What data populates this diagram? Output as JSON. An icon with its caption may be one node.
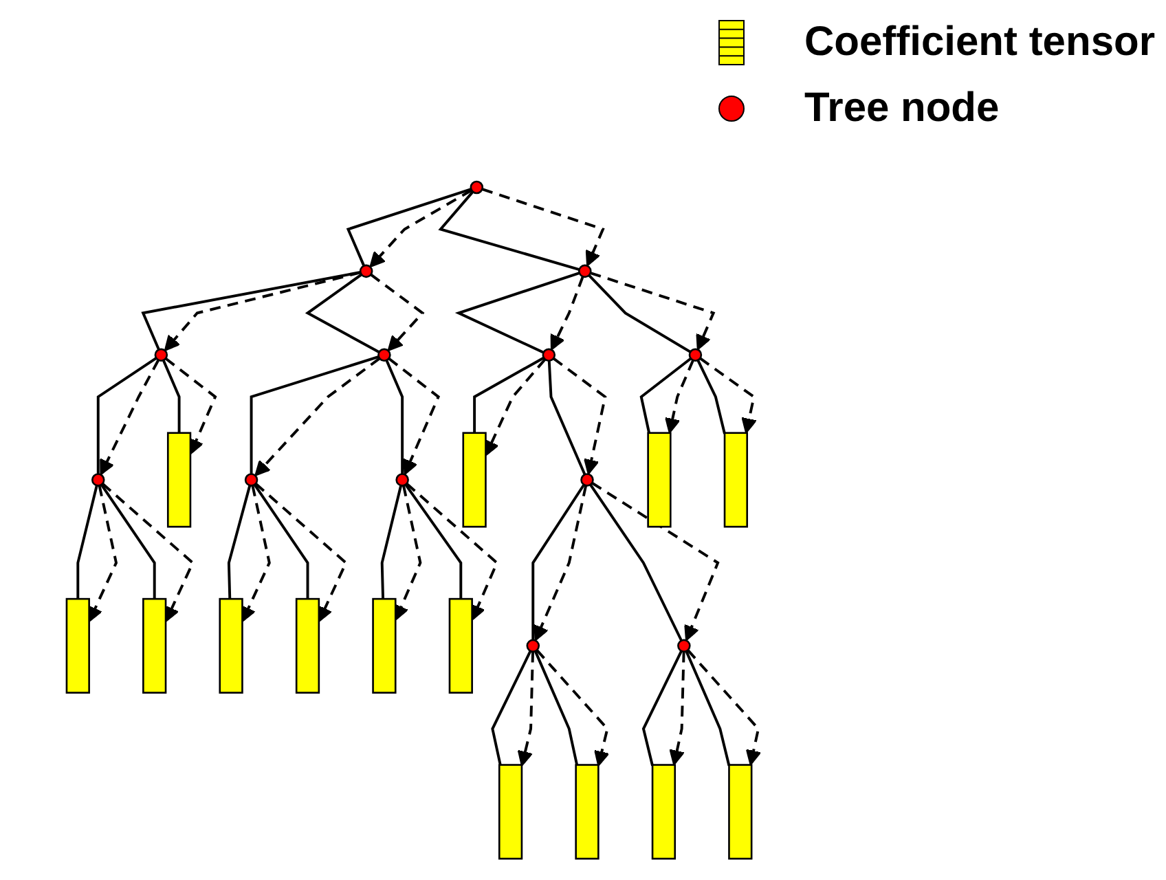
{
  "diagram": {
    "nodes": [
      {
        "text": [],
        "shape": "circle"
      },
      {
        "text": [],
        "shape": "circle"
      },
      {
        "text": [],
        "shape": "circle"
      },
      {
        "text": [],
        "shape": "circle"
      },
      {
        "text": [],
        "shape": "circle"
      },
      {
        "text": [],
        "shape": "circle"
      },
      {
        "text": [],
        "shape": "circle"
      },
      {
        "text": [],
        "shape": "circle"
      },
      {
        "text": [],
        "shape": "bar"
      },
      {
        "text": [],
        "shape": "circle"
      },
      {
        "text": [],
        "shape": "circle"
      },
      {
        "text": [],
        "shape": "bar"
      },
      {
        "text": [],
        "shape": "circle"
      },
      {
        "text": [],
        "shape": "bar"
      },
      {
        "text": [],
        "shape": "bar"
      },
      {
        "text": [],
        "shape": "bar"
      },
      {
        "text": [],
        "shape": "bar"
      },
      {
        "text": [],
        "shape": "bar"
      },
      {
        "text": [],
        "shape": "bar"
      },
      {
        "text": [],
        "shape": "bar"
      },
      {
        "text": [],
        "shape": "bar"
      },
      {
        "text": [],
        "shape": "circle"
      },
      {
        "text": [],
        "shape": "circle"
      },
      {
        "text": [],
        "shape": "bar"
      },
      {
        "text": [],
        "shape": "bar"
      },
      {
        "text": [],
        "shape": "bar"
      },
      {
        "text": [],
        "shape": "bar"
      }
    ],
    "edges": [
      {
        "from": 0,
        "to": 1,
        "arrow": "none"
      },
      {
        "from": 0,
        "to": 1,
        "arrow": "to",
        "style": "dashed"
      },
      {
        "from": 0,
        "to": 2,
        "arrow": "none"
      },
      {
        "from": 0,
        "to": 2,
        "arrow": "to",
        "style": "dashed"
      },
      {
        "from": 1,
        "to": 3,
        "arrow": "none"
      },
      {
        "from": 1,
        "to": 3,
        "arrow": "to",
        "style": "dashed"
      },
      {
        "from": 1,
        "to": 4,
        "arrow": "none"
      },
      {
        "from": 1,
        "to": 4,
        "arrow": "to",
        "style": "dashed"
      },
      {
        "from": 2,
        "to": 5,
        "arrow": "none"
      },
      {
        "from": 2,
        "to": 5,
        "arrow": "to",
        "style": "dashed"
      },
      {
        "from": 2,
        "to": 6,
        "arrow": "none"
      },
      {
        "from": 2,
        "to": 6,
        "arrow": "to",
        "style": "dashed"
      },
      {
        "from": 3,
        "to": 7,
        "arrow": "none"
      },
      {
        "from": 3,
        "to": 7,
        "arrow": "to",
        "style": "dashed"
      },
      {
        "from": 3,
        "to": 8,
        "arrow": "none"
      },
      {
        "from": 3,
        "to": 8,
        "arrow": "to",
        "style": "dashed"
      },
      {
        "from": 4,
        "to": 9,
        "arrow": "none"
      },
      {
        "from": 4,
        "to": 9,
        "arrow": "to",
        "style": "dashed"
      },
      {
        "from": 4,
        "to": 10,
        "arrow": "none"
      },
      {
        "from": 4,
        "to": 10,
        "arrow": "to",
        "style": "dashed"
      },
      {
        "from": 5,
        "to": 11,
        "arrow": "none"
      },
      {
        "from": 5,
        "to": 11,
        "arrow": "to",
        "style": "dashed"
      },
      {
        "from": 5,
        "to": 12,
        "arrow": "none"
      },
      {
        "from": 5,
        "to": 12,
        "arrow": "to",
        "style": "dashed"
      },
      {
        "from": 6,
        "to": 13,
        "arrow": "none"
      },
      {
        "from": 6,
        "to": 13,
        "arrow": "to",
        "style": "dashed"
      },
      {
        "from": 6,
        "to": 14,
        "arrow": "none"
      },
      {
        "from": 6,
        "to": 14,
        "arrow": "to",
        "style": "dashed"
      },
      {
        "from": 7,
        "to": 15,
        "arrow": "none"
      },
      {
        "from": 7,
        "to": 15,
        "arrow": "to",
        "style": "dashed"
      },
      {
        "from": 7,
        "to": 16,
        "arrow": "none"
      },
      {
        "from": 7,
        "to": 16,
        "arrow": "to",
        "style": "dashed"
      },
      {
        "from": 9,
        "to": 17,
        "arrow": "none"
      },
      {
        "from": 9,
        "to": 17,
        "arrow": "to",
        "style": "dashed"
      },
      {
        "from": 9,
        "to": 18,
        "arrow": "none"
      },
      {
        "from": 9,
        "to": 18,
        "arrow": "to",
        "style": "dashed"
      },
      {
        "from": 10,
        "to": 19,
        "arrow": "none"
      },
      {
        "from": 10,
        "to": 19,
        "arrow": "to",
        "style": "dashed"
      },
      {
        "from": 10,
        "to": 20,
        "arrow": "none"
      },
      {
        "from": 10,
        "to": 20,
        "arrow": "to",
        "style": "dashed"
      },
      {
        "from": 12,
        "to": 21,
        "arrow": "none"
      },
      {
        "from": 12,
        "to": 21,
        "arrow": "to",
        "style": "dashed"
      },
      {
        "from": 12,
        "to": 22,
        "arrow": "none"
      },
      {
        "from": 12,
        "to": 22,
        "arrow": "to",
        "style": "dashed"
      },
      {
        "from": 21,
        "to": 23,
        "arrow": "none"
      },
      {
        "from": 21,
        "to": 23,
        "arrow": "to",
        "style": "dashed"
      },
      {
        "from": 21,
        "to": 24,
        "arrow": "none"
      },
      {
        "from": 21,
        "to": 24,
        "arrow": "to",
        "style": "dashed"
      },
      {
        "from": 22,
        "to": 25,
        "arrow": "none"
      },
      {
        "from": 22,
        "to": 25,
        "arrow": "to",
        "style": "dashed"
      },
      {
        "from": 22,
        "to": 26,
        "arrow": "none"
      },
      {
        "from": 22,
        "to": 26,
        "arrow": "to",
        "style": "dashed"
      }
    ],
    "legend": [
      {
        "text": "Coefficient tensor"
      },
      {
        "text": "Tree node"
      }
    ]
  }
}
